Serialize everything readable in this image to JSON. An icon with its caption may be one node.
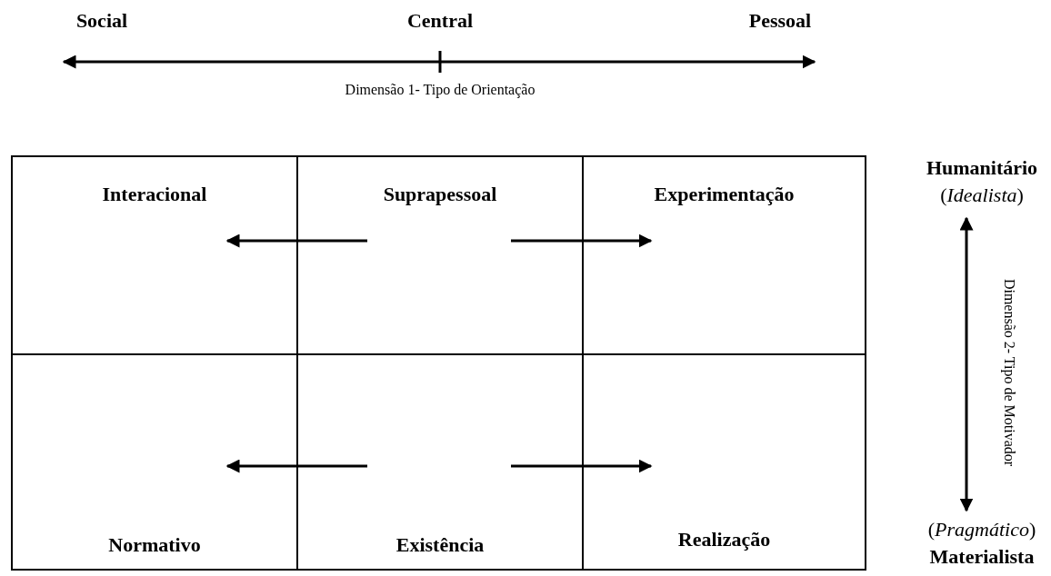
{
  "diagram": {
    "nodes": [
      {
        "text": [
          "Interacional"
        ]
      },
      {
        "text": [
          "Suprapessoal"
        ]
      },
      {
        "text": [
          "Experimentação"
        ]
      },
      {
        "text": [
          "Normativo"
        ]
      },
      {
        "text": [
          "Existência"
        ]
      },
      {
        "text": [
          "Realização"
        ]
      }
    ],
    "edges": [
      {
        "from": 1,
        "to": 0,
        "arrow": "to"
      },
      {
        "from": 1,
        "to": 2,
        "arrow": "to"
      },
      {
        "from": 4,
        "to": 3,
        "arrow": "to"
      },
      {
        "from": 4,
        "to": 5,
        "arrow": "to"
      }
    ],
    "labels": [
      "Social",
      "Central",
      "Pessoal",
      "Dimensão 1- Tipo de Orientação",
      "Humanitário",
      "(*Idealista*)",
      "Dimensão 2- Tipo de Motivador",
      "(*Pragmático*)",
      "Materialista"
    ]
  }
}
